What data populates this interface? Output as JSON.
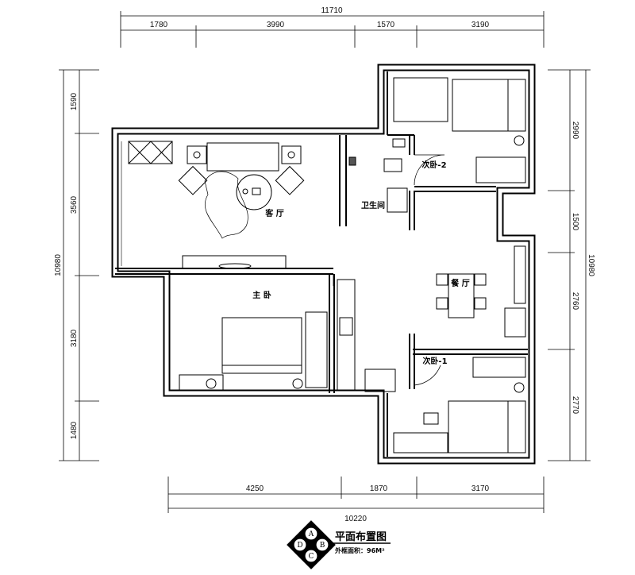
{
  "dimensions": {
    "top_total": "11710",
    "top": [
      "1780",
      "3990",
      "1570",
      "3190"
    ],
    "bottom_total": "10220",
    "bottom": [
      "4250",
      "1870",
      "3170"
    ],
    "left_total": "10980",
    "left": [
      "1590",
      "3560",
      "3180",
      "1480"
    ],
    "right_total": "10980",
    "right": [
      "2990",
      "1500",
      "2760",
      "2770"
    ]
  },
  "rooms": {
    "living": "客 厅",
    "bath": "卫生间",
    "master": "主 卧",
    "second2": "次卧-2",
    "second1": "次卧-1",
    "dining": "餐 厅"
  },
  "legend": {
    "title": "平面布置图",
    "area": "外框面积：96M²",
    "marks": [
      "A",
      "B",
      "C",
      "D"
    ]
  }
}
